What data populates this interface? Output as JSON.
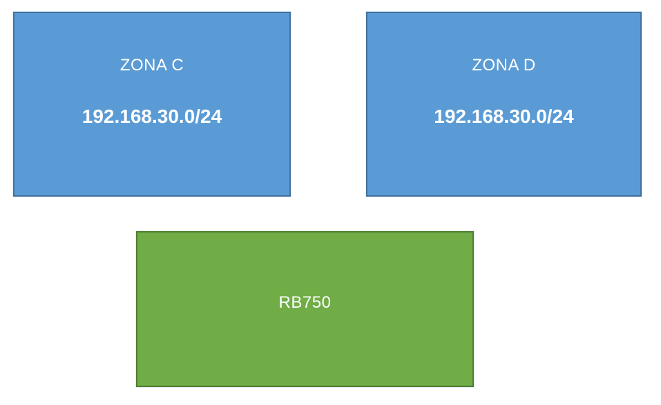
{
  "page": {
    "background_color": "#ffffff"
  },
  "diagram": {
    "nodes": {
      "zona_c": {
        "title": "ZONA C",
        "cidr": "192.168.30.0/24",
        "fill": "#5b9bd5",
        "border": "#41719c",
        "text_color": "#ffffff"
      },
      "zona_d": {
        "title": "ZONA D",
        "cidr": "192.168.30.0/24",
        "fill": "#5b9bd5",
        "border": "#41719c",
        "text_color": "#ffffff"
      },
      "rb750": {
        "title": "RB750",
        "fill": "#70ad47",
        "border": "#507e32",
        "text_color": "#ffffff"
      }
    }
  }
}
